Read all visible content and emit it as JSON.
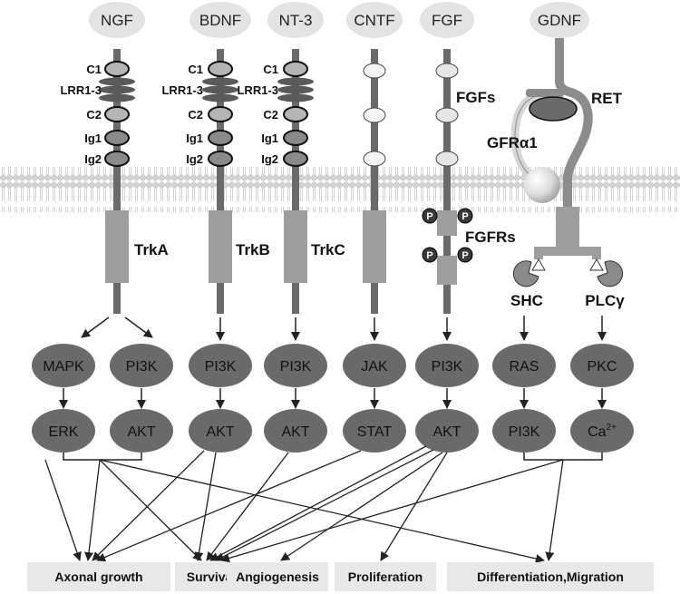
{
  "ligands": [
    "NGF",
    "BDNF",
    "NT-3",
    "CNTF",
    "FGF",
    "GDNF"
  ],
  "trk_domains": [
    "C1",
    "LRR1-3",
    "C2",
    "Ig1",
    "Ig2"
  ],
  "receptors": {
    "trka": "TrkA",
    "trkb": "TrkB",
    "trkc": "TrkC",
    "fgfs": "FGFs",
    "fgfrs": "FGFRs",
    "ret": "RET",
    "gfra1": "GFRα1",
    "p": "P"
  },
  "adaptors": {
    "shc": "SHC",
    "plcg": "PLCγ"
  },
  "pathway_top": [
    "MAPK",
    "PI3K",
    "PI3K",
    "PI3K",
    "JAK",
    "PI3K",
    "RAS",
    "PKC"
  ],
  "pathway_bottom": [
    "ERK",
    "AKT",
    "AKT",
    "AKT",
    "STAT",
    "AKT",
    "PI3K"
  ],
  "calcium": {
    "base": "Ca",
    "sup": "2+"
  },
  "outcomes": [
    "Axonal growth",
    "Survival",
    "Angiogenesis",
    "Proliferation",
    "Differentiation,Migration"
  ]
}
